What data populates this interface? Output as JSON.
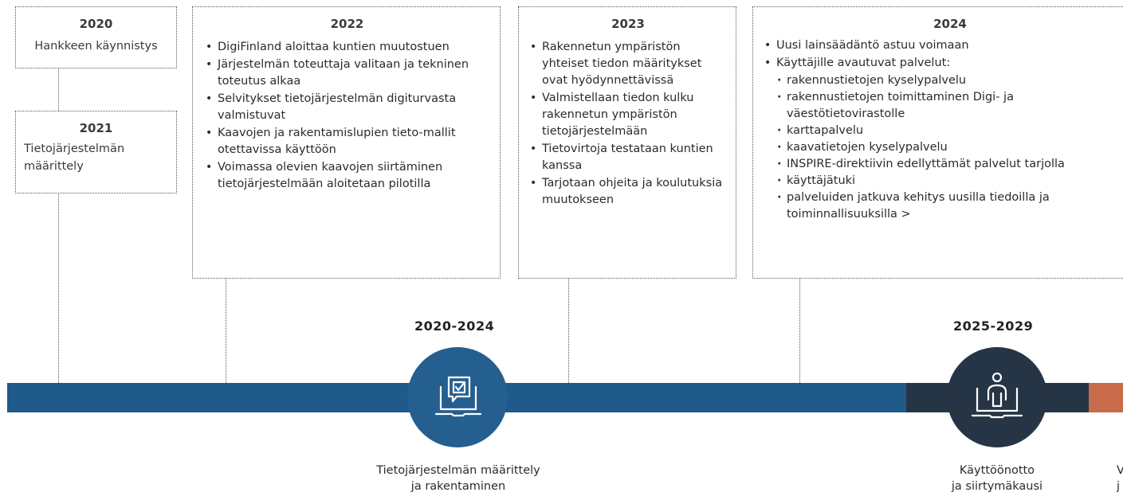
{
  "colors": {
    "bar_blue": "#1f5a8a",
    "bar_dark": "#263545",
    "bar_orange": "#c76b4a",
    "circle_blue": "#245f90",
    "circle_dark": "#263545"
  },
  "boxes": {
    "y2020": {
      "year": "2020",
      "text": "Hankkeen käynnistys"
    },
    "y2021": {
      "year": "2021",
      "text": "Tietojärjestelmän määrittely"
    },
    "y2022": {
      "year": "2022",
      "items": [
        "DigiFinland aloittaa kuntien muutostuen",
        "Järjestelmän toteuttaja valitaan ja tekninen toteutus alkaa",
        "Selvitykset tietojärjestelmän digiturvasta valmistuvat",
        "Kaavojen ja rakentamislupien tieto-mallit otettavissa käyttöön",
        "Voimassa olevien kaavojen siirtäminen tietojärjestelmään aloitetaan pilotilla"
      ]
    },
    "y2023": {
      "year": "2023",
      "items": [
        "Rakennetun ympäristön yhteiset tiedon määritykset ovat hyödynnettävissä",
        "Valmistellaan tiedon kulku rakennetun ympäristön tietojärjestelmään",
        "Tietovirtoja testataan kuntien kanssa",
        "Tarjotaan ohjeita ja koulutuksia muutokseen"
      ]
    },
    "y2024": {
      "year": "2024",
      "items": [
        "Uusi lainsäädäntö astuu voimaan",
        "Käyttäjille avautuvat palvelut:"
      ],
      "subitems": [
        "rakennustietojen kyselypalvelu",
        "rakennustietojen toimittaminen Digi- ja väestötietovirastolle",
        "karttapalvelu",
        "kaavatietojen kyselypalvelu",
        "INSPIRE-direktiivin edellyttämät palvelut tarjolla",
        "käyttäjätuki",
        "palveluiden jatkuva kehitys uusilla tiedoilla ja toiminnallisuuksilla >"
      ]
    }
  },
  "periods": {
    "p1": "2020-2024",
    "p2": "2025-2029"
  },
  "phases": {
    "p1_line1": "Tietojärjestelmän määrittely",
    "p1_line2": "ja rakentaminen",
    "p2_line1": "Käyttöönotto",
    "p2_line2": "ja siirtymäkausi",
    "p3_line1": "V",
    "p3_line2": "j"
  },
  "icons": {
    "p1": "laptop-checkmark-icon",
    "p2": "laptop-person-icon"
  }
}
